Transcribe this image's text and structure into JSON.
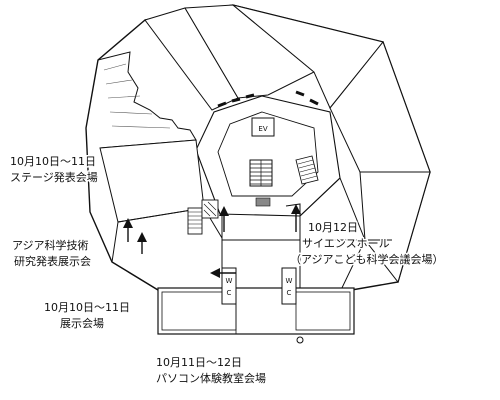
{
  "labels": {
    "stage_date": "10月10日～11日",
    "stage_venue": "ステージ発表会場",
    "research_line1": "アジア科学技術",
    "research_line2": "研究発表展示会",
    "exhibit_date": "10月10日～11日",
    "exhibit_venue": "展示会場",
    "pc_date": "10月11日～12日",
    "pc_venue": "パソコン体験教室会場",
    "hall_date": "10月12日",
    "hall_name": "サイエンスホール",
    "hall_sub": "（アジアこども科学会議会場）"
  },
  "facilities": {
    "wc_left": "W C",
    "wc_right": "W C",
    "elevator": "EV"
  }
}
